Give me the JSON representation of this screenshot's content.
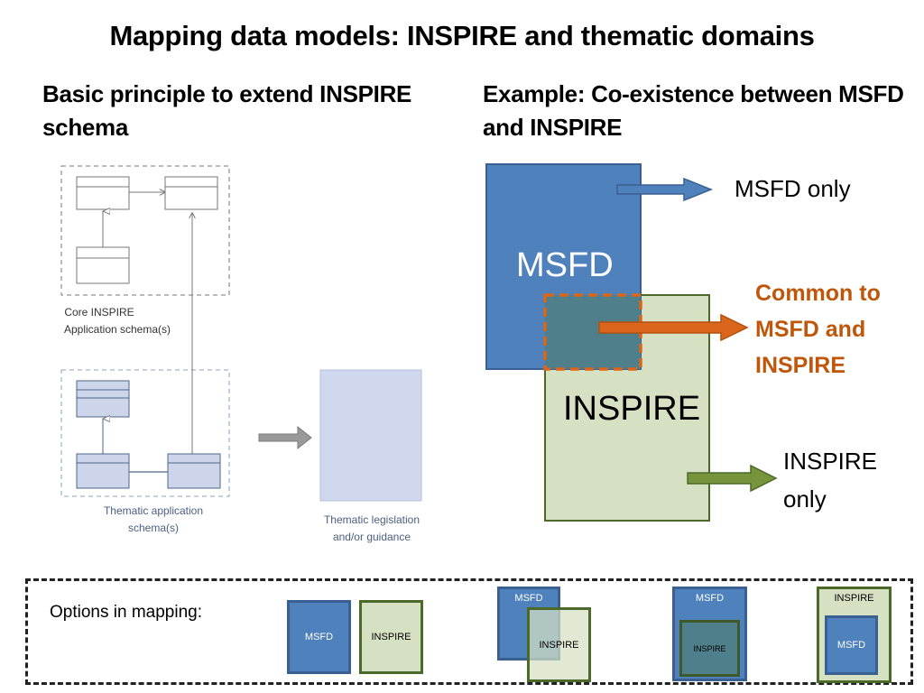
{
  "slide": {
    "title": "Mapping data models: INSPIRE and thematic domains",
    "left_heading": "Basic principle to extend INSPIRE schema",
    "right_heading": "Example: Co-existence between MSFD and INSPIRE"
  },
  "uml_diagram": {
    "core_label_line1": "Core INSPIRE",
    "core_label_line2": "Application schema(s)",
    "thematic_label_line1": "Thematic application",
    "thematic_label_line2": "schema(s)",
    "legislation_label_line1": "Thematic legislation",
    "legislation_label_line2": "and/or guidance"
  },
  "venn": {
    "msfd_label": "MSFD",
    "inspire_label": "INSPIRE",
    "msfd_only_label": "MSFD only",
    "common_line1": "Common to",
    "common_line2": "MSFD and",
    "common_line3": "INSPIRE",
    "inspire_only_line1": "INSPIRE",
    "inspire_only_line2": "only",
    "msfd_color": "#4f81bd",
    "inspire_color": "#d6e0c3",
    "overlap_color": "#4e7f8a",
    "common_color": "#c0560a"
  },
  "options": {
    "label": "Options in mapping:",
    "opt1": {
      "a": "MSFD",
      "b": "INSPIRE"
    },
    "opt2": {
      "a": "MSFD",
      "b": "INSPIRE"
    },
    "opt3": {
      "outer": "MSFD",
      "inner": "INSPIRE"
    },
    "opt4": {
      "outer": "INSPIRE",
      "inner": "MSFD"
    }
  }
}
